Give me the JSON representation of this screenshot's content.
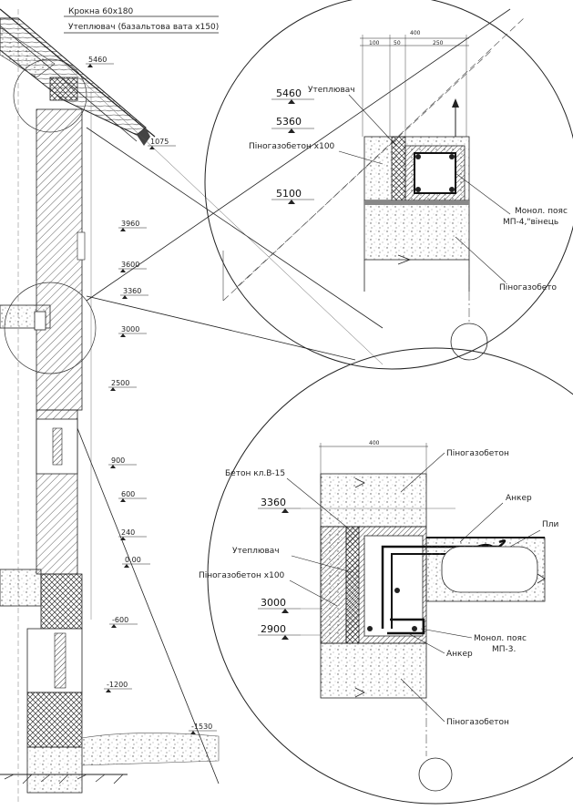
{
  "top_labels": {
    "rafter": "Крокна 60x180",
    "insulation": "Утеплювач (базальтова вата x150)"
  },
  "left_elevations": [
    "5460",
    "1075",
    "3960",
    "3600",
    "3360",
    "3000",
    "2500",
    "900",
    "600",
    "240",
    "0.00",
    "-600",
    "-1200",
    "-1530"
  ],
  "detail_top": {
    "dims": [
      "400",
      "100",
      "50",
      "250"
    ],
    "elevations": [
      "5460",
      "5360",
      "5100"
    ],
    "insulation_label": "Утеплювач",
    "block_label": "Піногазобетон х100",
    "belt_label_line1": "Монол. пояс",
    "belt_label_line2": "МП-4,\"вінець",
    "foam_label": "Піногазобето"
  },
  "detail_bottom": {
    "dim": "400",
    "elevations": [
      "3360",
      "3000",
      "2900"
    ],
    "concrete_label": "Бетон кл.В-15",
    "foam_top_label": "Піногазобетон",
    "anchor_label_1": "Анкер",
    "slab_label": "Пли",
    "insulation_label": "Утеплювач",
    "block_label": "Піногазобетон х100",
    "belt_label_line1": "Монол. пояс",
    "belt_label_line2": "МП-3.",
    "anchor_label_2": "Анкер",
    "foam_bottom_label": "Піногазобетон"
  }
}
